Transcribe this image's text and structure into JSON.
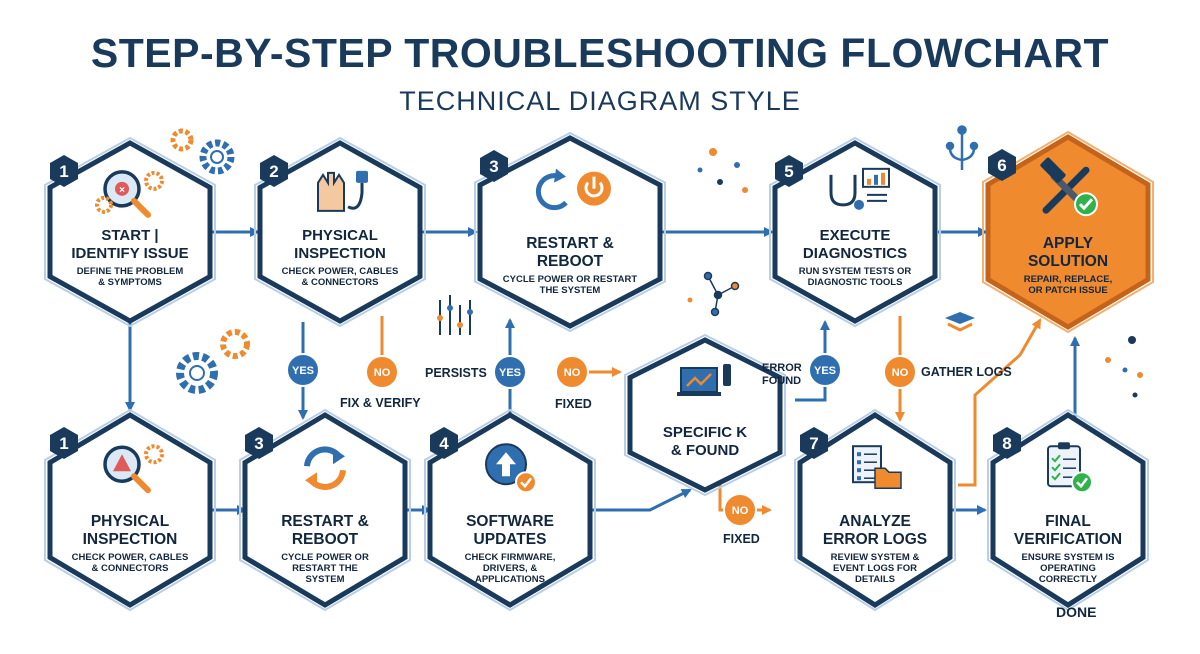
{
  "title": "STEP-BY-STEP TROUBLESHOOTING FLOWCHART",
  "subtitle": "TECHNICAL DIAGRAM STYLE",
  "colors": {
    "navy": "#1a3a5c",
    "blue": "#2f6fb0",
    "orange": "#ef8a2f",
    "green": "#2fb24c"
  },
  "steps": [
    {
      "id": "s1a",
      "number": "1",
      "title": [
        "START |",
        "IDENTIFY ISSUE"
      ],
      "desc": [
        "DEFINE THE PROBLEM",
        "& SYMPTOMS"
      ],
      "icon": "magnifier-gear-icon"
    },
    {
      "id": "s2",
      "number": "2",
      "title": [
        "PHYSICAL",
        "INSPECTION"
      ],
      "desc": [
        "CHECK POWER, CABLES",
        "& CONNECTORS"
      ],
      "icon": "hand-cable-icon"
    },
    {
      "id": "s3a",
      "number": "3",
      "title": [
        "RESTART &",
        "REBOOT"
      ],
      "desc": [
        "CYCLE POWER OR RESTART",
        "THE SYSTEM"
      ],
      "icon": "restart-power-icon"
    },
    {
      "id": "s5",
      "number": "5",
      "title": [
        "EXECUTE",
        "DIAGNOSTICS"
      ],
      "desc": [
        "RUN SYSTEM TESTS OR",
        "DIAGNOSTIC TOOLS"
      ],
      "icon": "stethoscope-chart-icon"
    },
    {
      "id": "s6",
      "number": "6",
      "title": [
        "APPLY",
        "SOLUTION"
      ],
      "desc": [
        "REPAIR, REPLACE,",
        "OR PATCH ISSUE"
      ],
      "icon": "wrench-hammer-icon"
    },
    {
      "id": "s1b",
      "number": "1",
      "title": [
        "PHYSICAL",
        "INSPECTION"
      ],
      "desc": [
        "CHECK POWER, CABLES",
        "& CONNECTORS"
      ],
      "icon": "warning-magnifier-icon"
    },
    {
      "id": "s3b",
      "number": "3",
      "title": [
        "RESTART &",
        "REBOOT"
      ],
      "desc": [
        "CYCLE POWER OR",
        "RESTART THE",
        "SYSTEM"
      ],
      "icon": "refresh-arrows-icon"
    },
    {
      "id": "s4",
      "number": "4",
      "title": [
        "SOFTWARE",
        "UPDATES"
      ],
      "desc": [
        "CHECK FIRMWARE,",
        "DRIVERS, &",
        "APPLICATIONS"
      ],
      "icon": "upload-check-icon"
    },
    {
      "id": "sx",
      "number": "",
      "title": [
        "SPECIFIC K",
        "& FOUND"
      ],
      "desc": [],
      "icon": "laptop-chart-icon"
    },
    {
      "id": "s7",
      "number": "7",
      "title": [
        "ANALYZE",
        "ERROR LOGS"
      ],
      "desc": [
        "REVIEW SYSTEM &",
        "EVENT LOGS FOR",
        "DETAILS"
      ],
      "icon": "log-folder-icon"
    },
    {
      "id": "s8",
      "number": "8",
      "title": [
        "FINAL",
        "VERIFICATION"
      ],
      "desc": [
        "ENSURE SYSTEM IS",
        "OPERATING",
        "CORRECTLY"
      ],
      "icon": "clipboard-check-icon"
    }
  ],
  "badges": [
    {
      "id": "b1",
      "text": "YES"
    },
    {
      "id": "b2",
      "text": "NO"
    },
    {
      "id": "b3",
      "text": "YES"
    },
    {
      "id": "b4",
      "text": "NO"
    },
    {
      "id": "b5",
      "text": "YES"
    },
    {
      "id": "b6",
      "text": "NO"
    },
    {
      "id": "b7",
      "text": "NO"
    }
  ],
  "labels": {
    "fix_verify": "FIX & VERIFY",
    "persists": "PERSISTS",
    "fixed1": "FIXED",
    "error_found": [
      "ERROR",
      "FOUND"
    ],
    "gather_logs": "GATHER LOGS",
    "fixed2": "FIXED",
    "done": "DONE"
  }
}
